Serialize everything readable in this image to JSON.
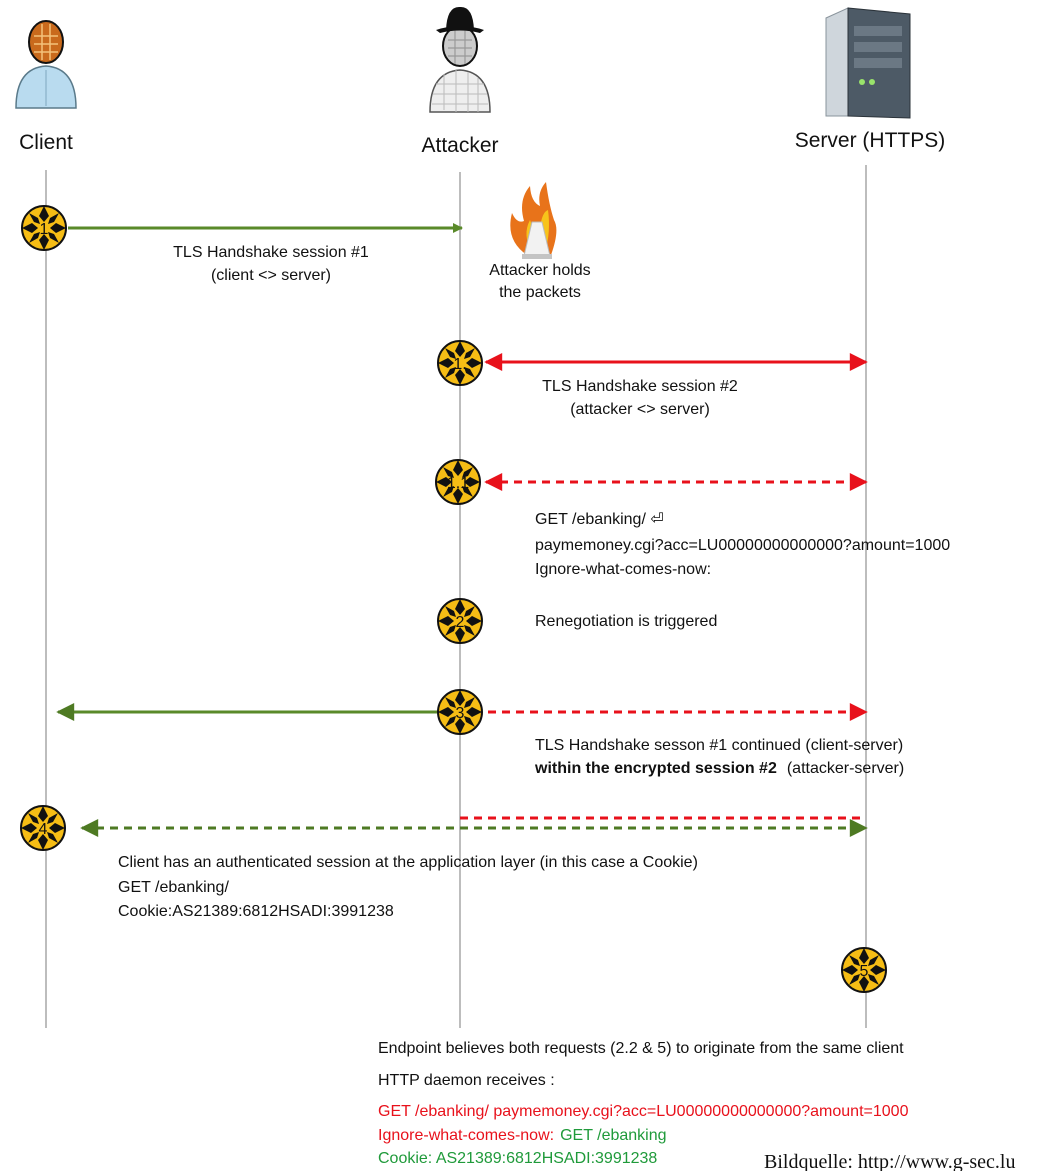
{
  "actors": {
    "client": "Client",
    "attacker": "Attacker",
    "server": "Server (HTTPS)"
  },
  "steps": {
    "s1_client": "1",
    "s1_attacker": "1.",
    "s11": "1.1",
    "s2": "2",
    "s3": "3",
    "s4": "4",
    "s5": "5"
  },
  "messages": {
    "handshake1_line1": "TLS Handshake session #1",
    "handshake1_line2": "(client <> server)",
    "hold_line1": "Attacker holds",
    "hold_line2": "the packets",
    "handshake2_line1": "TLS Handshake session #2",
    "handshake2_line2": "(attacker <> server)",
    "get_line1": "GET /ebanking/ ⏎",
    "get_line2": "paymemoney.cgi?acc=LU00000000000000?amount=1000",
    "get_line3": "Ignore-what-comes-now:",
    "renegotiation": "Renegotiation is triggered",
    "continued_line1": "TLS Handshake sesson #1 continued (client-server)",
    "continued_line2_bold": "within the encrypted session #2",
    "continued_line2_rest": "(attacker-server)",
    "auth_line1": "Client has an authenticated session at the application layer (in this case a Cookie)",
    "auth_line2": "GET /ebanking/",
    "auth_line3": "Cookie:AS21389:6812HSADI:3991238"
  },
  "footer": {
    "believes": "Endpoint believes both requests (2.2 & 5) to originate from the same client",
    "receives": "HTTP daemon receives :",
    "red_line": "GET /ebanking/   paymemoney.cgi?acc=LU00000000000000?amount=1000",
    "mixed_red": "Ignore-what-comes-now:",
    "mixed_green": "GET /ebanking",
    "green_line": "Cookie: AS21389:6812HSADI:3991238",
    "source": "Bildquelle: http://www.g-sec.lu"
  },
  "colors": {
    "green_arrow": "#5a8a2a",
    "red_arrow": "#e8111b",
    "dashed_green": "#4e7a23",
    "badge_fill": "#f6bd15",
    "lifeline": "#a7a7a7"
  }
}
